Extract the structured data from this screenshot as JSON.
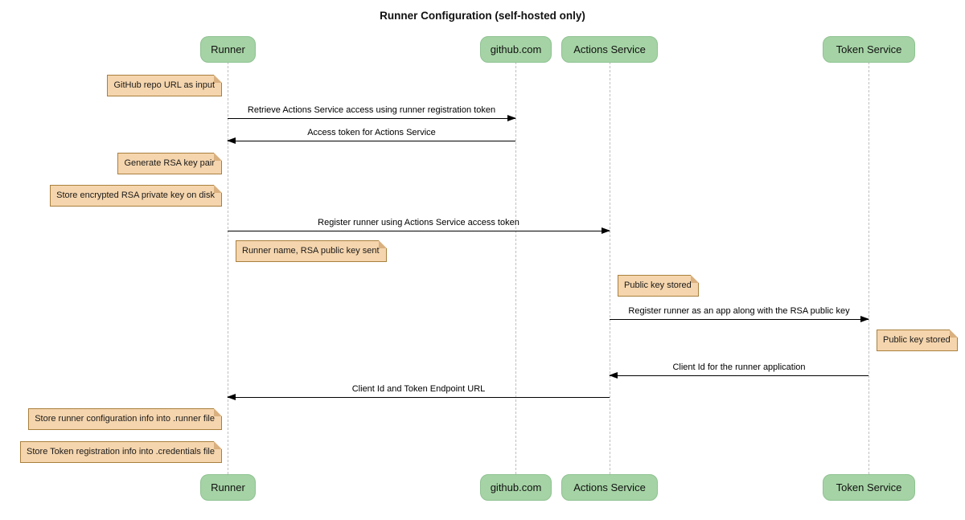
{
  "title": "Runner Configuration (self-hosted only)",
  "colors": {
    "participant_fill": "#A5D3A5",
    "participant_border": "#8FC291",
    "note_fill": "#F5D5AD",
    "note_border": "#A9803E",
    "lifeline": "#BFBFBF",
    "arrow": "#000000"
  },
  "participants": [
    {
      "label": "Runner"
    },
    {
      "label": "github.com"
    },
    {
      "label": "Actions Service"
    },
    {
      "label": "Token Service"
    }
  ],
  "messages": [
    {
      "label": "Retrieve Actions Service access using runner registration token",
      "from": "Runner",
      "to": "github.com"
    },
    {
      "label": "Access token for Actions Service",
      "from": "github.com",
      "to": "Runner"
    },
    {
      "label": "Register runner using Actions Service access token",
      "from": "Runner",
      "to": "Actions Service"
    },
    {
      "label": "Register runner as an app along with the RSA public key",
      "from": "Actions Service",
      "to": "Token Service"
    },
    {
      "label": "Client Id for the runner application",
      "from": "Token Service",
      "to": "Actions Service"
    },
    {
      "label": "Client Id and Token Endpoint URL",
      "from": "Actions Service",
      "to": "Runner"
    }
  ],
  "notes": [
    {
      "text": "GitHub repo URL as input",
      "attached_to": "Runner",
      "side": "left"
    },
    {
      "text": "Generate RSA key pair",
      "attached_to": "Runner",
      "side": "left"
    },
    {
      "text": "Store encrypted RSA private key on disk",
      "attached_to": "Runner",
      "side": "left"
    },
    {
      "text": "Runner name, RSA public key sent",
      "attached_to": "Runner",
      "side": "right"
    },
    {
      "text": "Public key stored",
      "attached_to": "Actions Service",
      "side": "right"
    },
    {
      "text": "Public key stored",
      "attached_to": "Token Service",
      "side": "right"
    },
    {
      "text": "Store runner configuration info into .runner file",
      "attached_to": "Runner",
      "side": "left"
    },
    {
      "text": "Store Token registration info into .credentials file",
      "attached_to": "Runner",
      "side": "left"
    }
  ]
}
